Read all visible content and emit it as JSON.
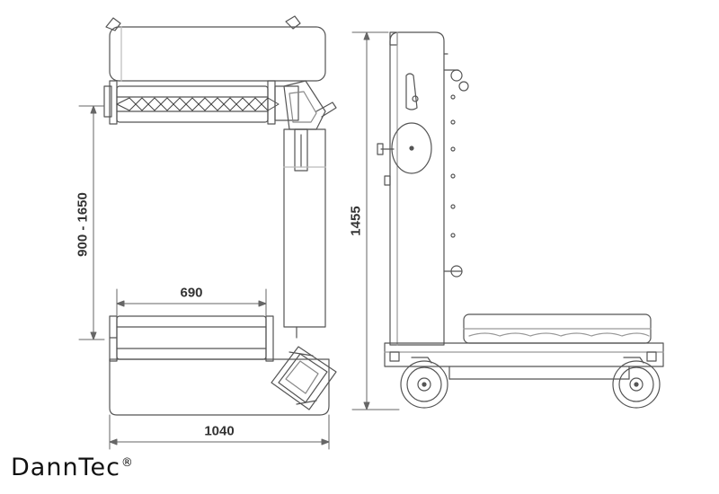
{
  "dimensions": {
    "height_range": "900 - 1650",
    "width_upper": "690",
    "width_total": "1040",
    "height_total": "1455"
  },
  "brand": {
    "name": "DannTec",
    "mark": "®"
  },
  "colors": {
    "line": "#555555",
    "dim": "#666666",
    "text": "#333333"
  }
}
